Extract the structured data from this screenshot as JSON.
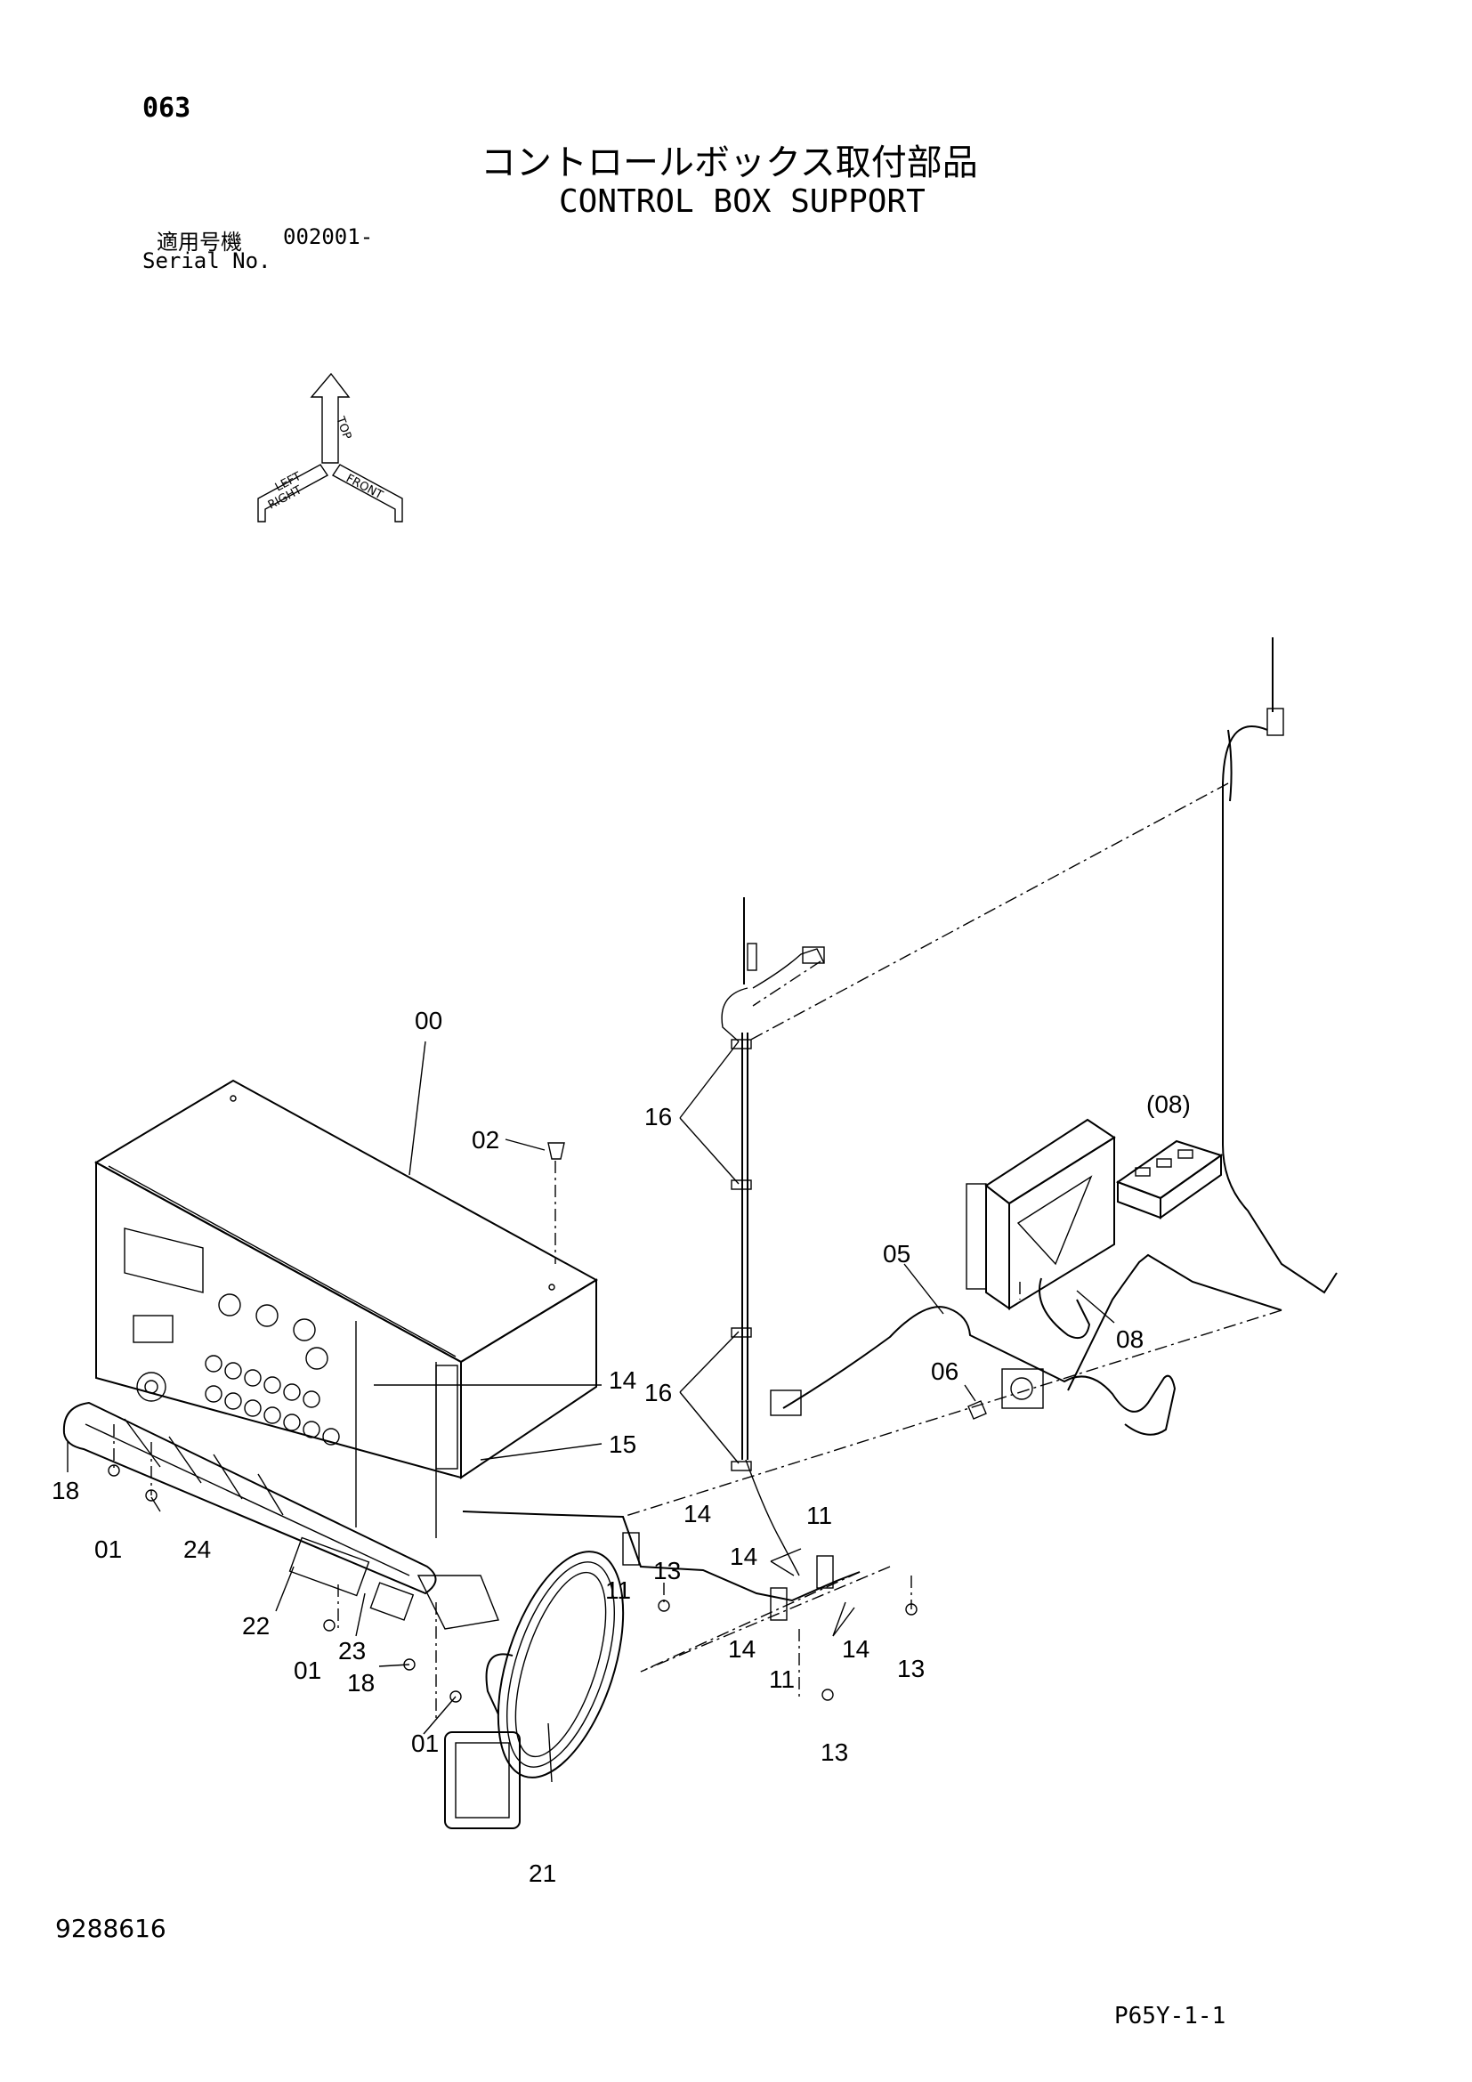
{
  "header": {
    "page_number": "063",
    "title_jp": "コントロールボックス取付部品",
    "title_en": "CONTROL BOX SUPPORT",
    "serial_label_jp": "適用号機",
    "serial_value": "002001-",
    "serial_label_en": "Serial No."
  },
  "orientation": {
    "top": "TOP",
    "left": "LEFT",
    "front": "FRONT",
    "right": "RIGHT"
  },
  "callouts": {
    "c00": "00",
    "c02": "02",
    "c16a": "16",
    "c08p": "(08)",
    "c05": "05",
    "c08": "08",
    "c06": "06",
    "c14a": "14",
    "c16b": "16",
    "c15": "15",
    "c14b": "14",
    "c18a": "18",
    "c01a": "01",
    "c24": "24",
    "c11a": "11",
    "c13a": "13",
    "c11b": "11",
    "c14c": "14",
    "c22": "22",
    "c01b": "01",
    "c23": "23",
    "c18b": "18",
    "c14d": "14",
    "c11c": "11",
    "c14e": "14",
    "c13b": "13",
    "c01c": "01",
    "c13c": "13",
    "c21": "21"
  },
  "footer": {
    "doc_id": "9288616",
    "page_code": "P65Y-1-1"
  }
}
